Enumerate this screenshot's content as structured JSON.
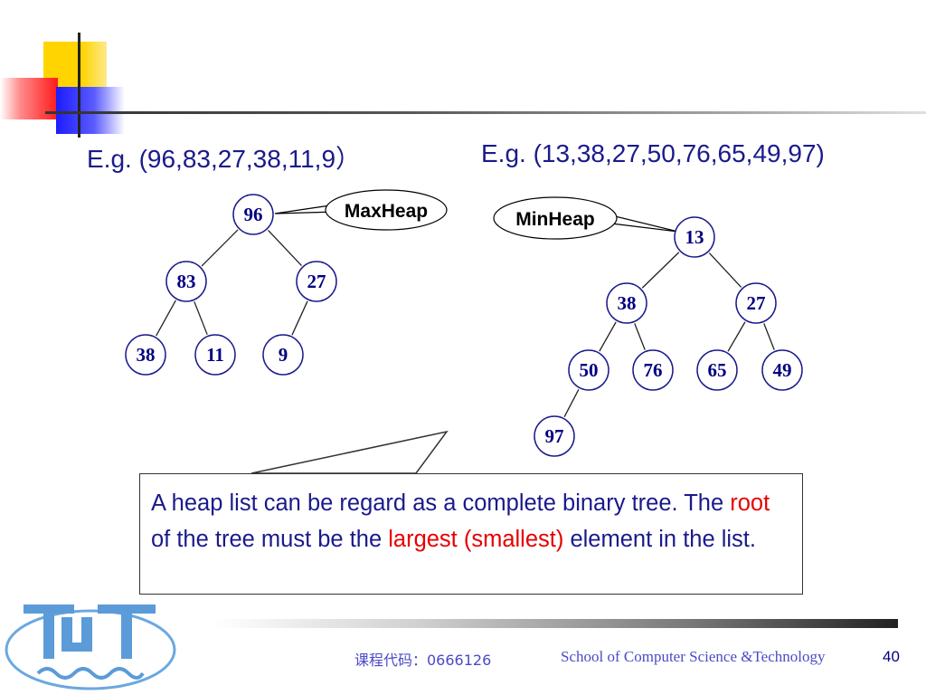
{
  "slide": {
    "left_example": "E.g. (96,83,27,38,11,9）",
    "right_example": "E.g. (13,38,27,50,76,65,49,97)"
  },
  "max_heap": {
    "callout": "MaxHeap",
    "nodes": [
      "96",
      "83",
      "27",
      "38",
      "11",
      "9"
    ],
    "edges": [
      [
        0,
        1
      ],
      [
        0,
        2
      ],
      [
        1,
        3
      ],
      [
        1,
        4
      ],
      [
        2,
        5
      ]
    ]
  },
  "min_heap": {
    "callout": "MinHeap",
    "nodes": [
      "13",
      "38",
      "27",
      "50",
      "76",
      "65",
      "49",
      "97"
    ],
    "edges": [
      [
        0,
        1
      ],
      [
        0,
        2
      ],
      [
        1,
        3
      ],
      [
        1,
        4
      ],
      [
        2,
        5
      ],
      [
        2,
        6
      ],
      [
        3,
        7
      ]
    ]
  },
  "note": {
    "part1": "A heap list can be regard as a complete binary tree. The ",
    "highlight1": "root",
    "part2": " of the tree must be the ",
    "highlight2": "largest (smallest)",
    "part3": " element in the list."
  },
  "footer": {
    "course_code": "课程代码：0666126",
    "school": "School of Computer Science &Technology",
    "page_number": "40"
  },
  "colors": {
    "text_blue": "#1a1a8c",
    "highlight_red": "#e60000",
    "node_blue": "#000080"
  }
}
